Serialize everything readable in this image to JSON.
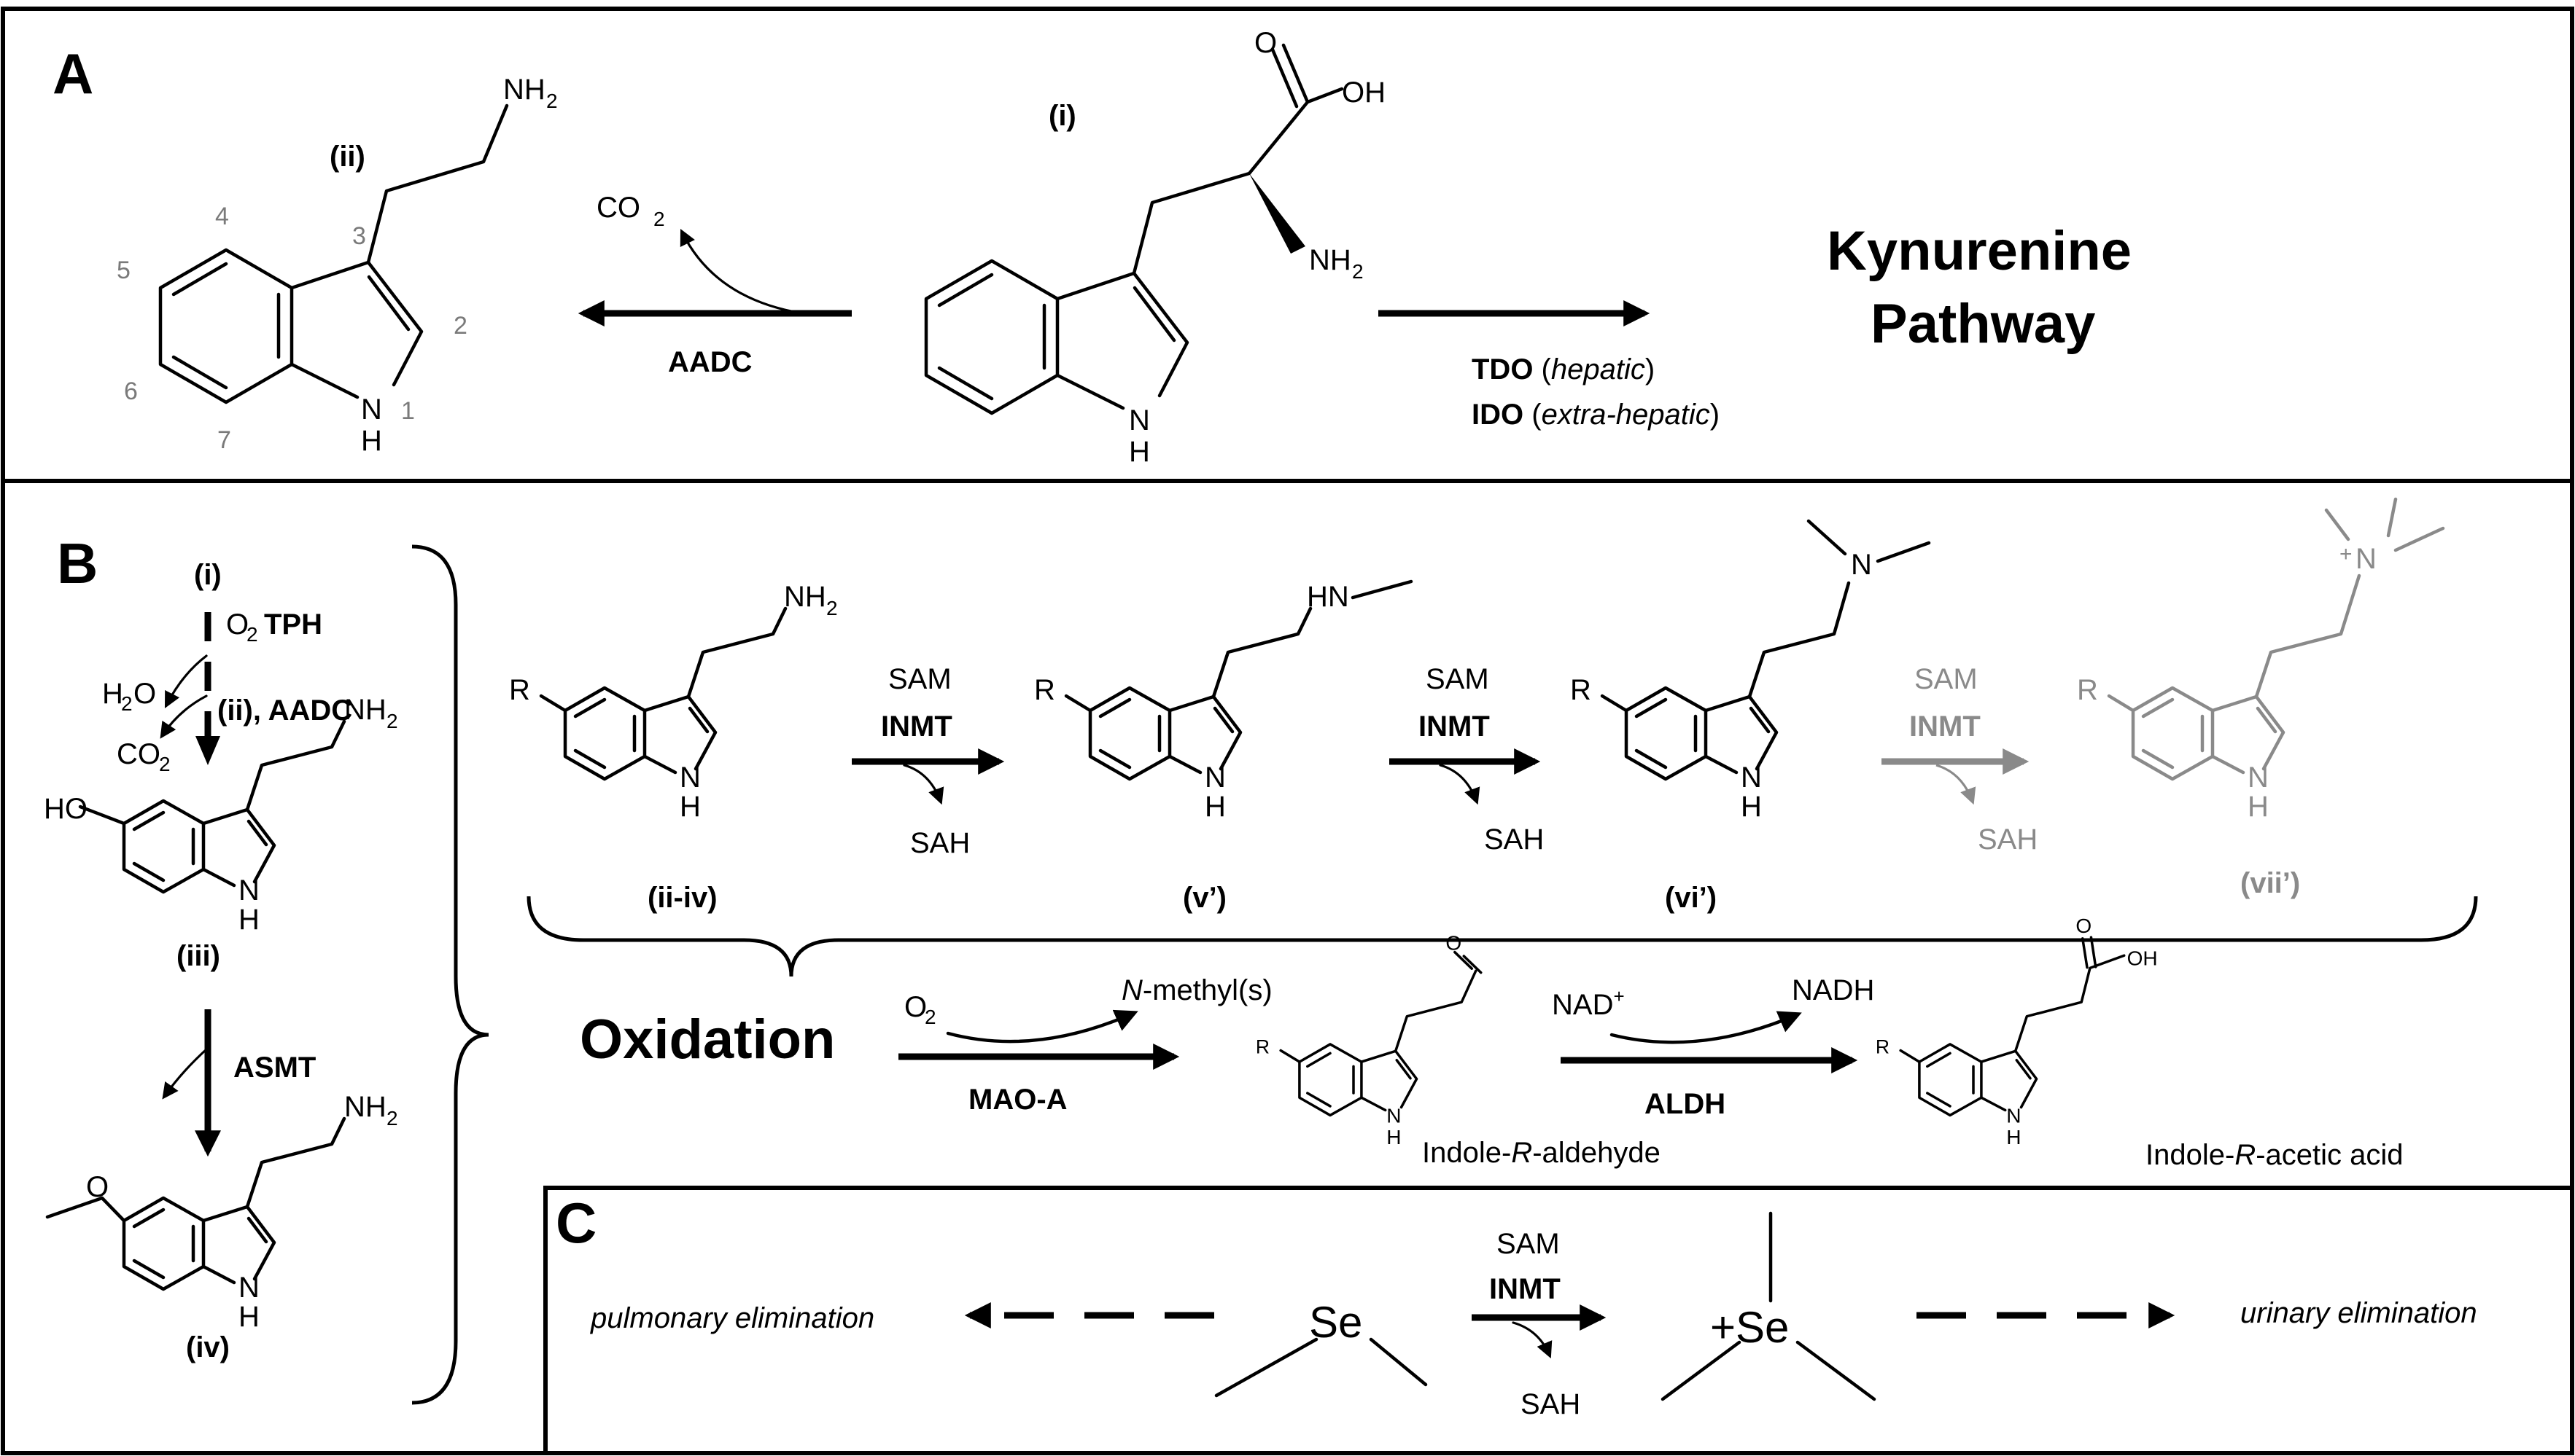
{
  "panels": {
    "a": "A",
    "b": "B",
    "c": "C"
  },
  "panel_a": {
    "compound_i": "(i)",
    "compound_ii": "(ii)",
    "oh": "OH",
    "o": "O",
    "nh2": "NH",
    "sub2": "2",
    "nh": "N",
    "h": "H",
    "co2": "CO",
    "enzyme_aadc": "AADC",
    "tdo": "TDO",
    "tdo_note": "hepatic",
    "ido": "IDO",
    "ido_note": "extra-hepatic",
    "kynurenine_line1": "Kynurenine",
    "kynurenine_line2": "Pathway",
    "ring_numbers": [
      "1",
      "2",
      "3",
      "4",
      "5",
      "6",
      "7"
    ]
  },
  "panel_b_left": {
    "compound_i": "(i)",
    "o2": "O",
    "tph": "TPH",
    "h2o": "H",
    "h2o_o": "O",
    "co2": "CO",
    "step_ii": "(ii), AADC",
    "ho": "HO",
    "compound_iii": "(iii)",
    "asmt": "ASMT",
    "compound_iv": "(iv)"
  },
  "panel_b_methylation": {
    "r": "R",
    "sam": "SAM",
    "inmt": "INMT",
    "sah": "SAH",
    "hn": "HN",
    "n": "N",
    "n_plus": "+",
    "labels": [
      "(ii-iv)",
      "(v’)",
      "(vi’)",
      "(vii’)"
    ]
  },
  "panel_b_oxidation": {
    "title": "Oxidation",
    "o2": "O",
    "n_methyl_italic": "N",
    "n_methyl_rest": "-methyl(s)",
    "mao": "MAO-A",
    "nad": "NAD",
    "nad_sup": "+",
    "nadh": "NADH",
    "aldh": "ALDH",
    "aldehyde_pre": "Indole-",
    "aldehyde_r": "R",
    "aldehyde_post": "-aldehyde",
    "acid_pre": "Indole-",
    "acid_r": "R",
    "acid_post": "-acetic acid",
    "o": "O",
    "oh": "OH"
  },
  "panel_c": {
    "pulmonary": "pulmonary elimination",
    "urinary": "urinary elimination",
    "se": "Se",
    "se_plus": "+Se",
    "sam": "SAM",
    "inmt": "INMT",
    "sah": "SAH"
  }
}
